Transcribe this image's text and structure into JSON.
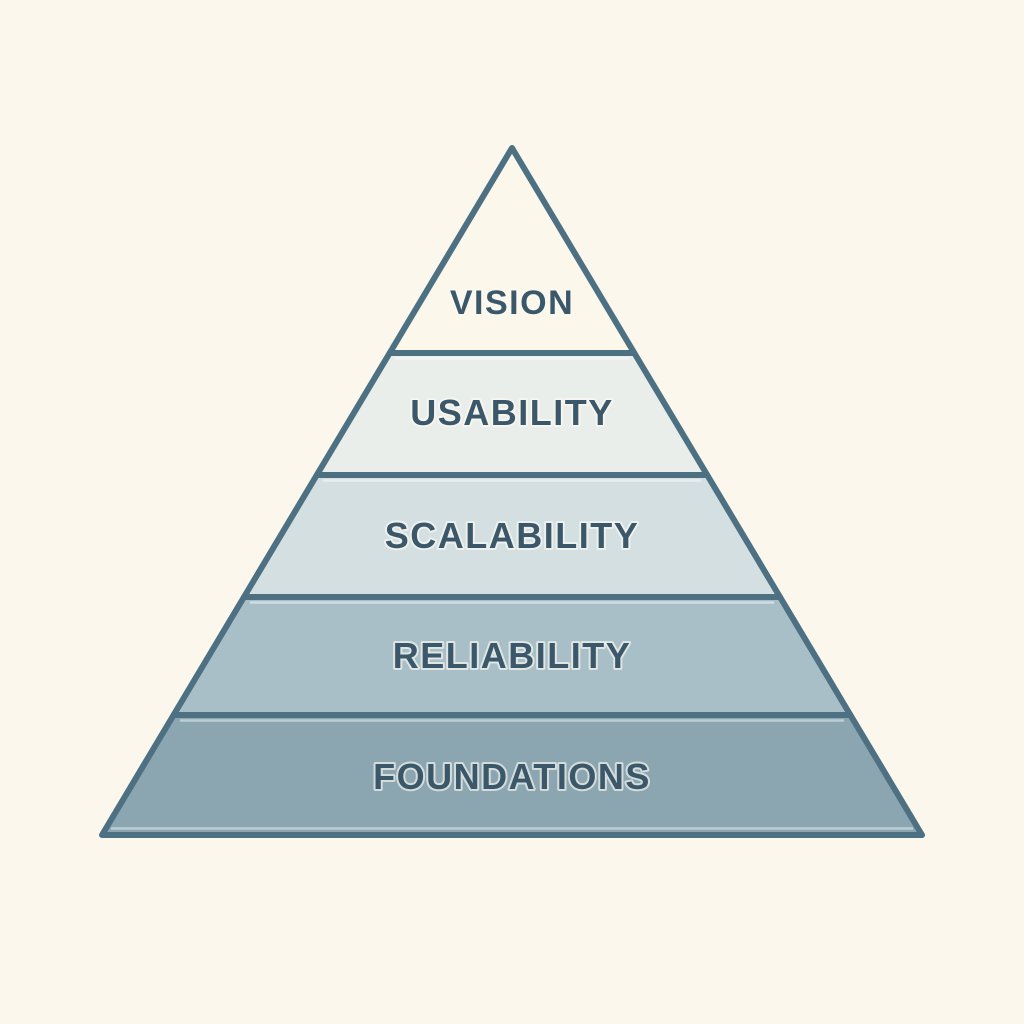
{
  "colors": {
    "background": "#fbf7ed",
    "outline": "#4d7183",
    "label": "#3b586b",
    "halo": "rgba(252,249,241,0.65)"
  },
  "diagram": {
    "type": "pyramid",
    "levels": [
      {
        "label": "VISION",
        "fill": "#fcf7eb"
      },
      {
        "label": "USABILITY",
        "fill": "#eaeeea"
      },
      {
        "label": "SCALABILITY",
        "fill": "#d4dfe1"
      },
      {
        "label": "RELIABILITY",
        "fill": "#a8bfc8"
      },
      {
        "label": "FOUNDATIONS",
        "fill": "#8ba6b1"
      }
    ]
  }
}
